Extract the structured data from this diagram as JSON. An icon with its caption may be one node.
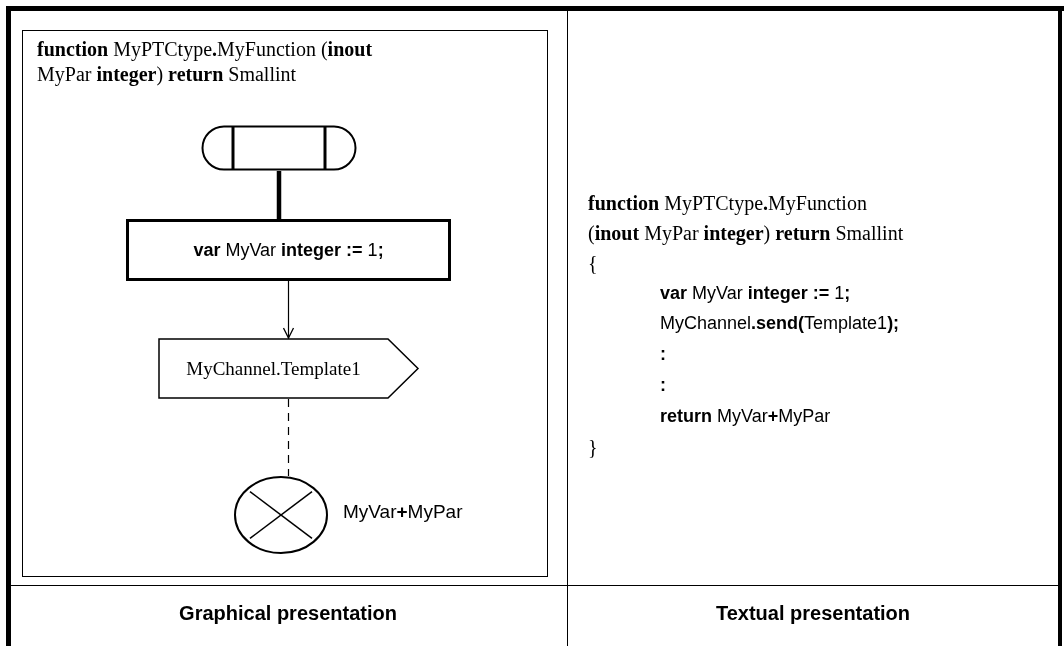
{
  "diagram": {
    "nodes": [
      {
        "text": [
          "**function** MyPTCtype**.**MyFunction (**inout** MyPar **integer**) **return** Smallint"
        ]
      },
      {
        "text": [],
        "shape": "terminator",
        "in": 0
      },
      {
        "text": [
          "**var** MyVar **integer :=** 1**;**"
        ],
        "in": 0
      },
      {
        "text": [
          "MyChannel.Template1"
        ],
        "in": 0
      },
      {
        "text": [],
        "shape": "circle",
        "in": 0,
        "beside": [
          "MyVar**+**MyPar"
        ]
      }
    ],
    "edges": [
      {
        "from": 1,
        "to": 2,
        "arrow": "none",
        "style": "thick"
      },
      {
        "from": 2,
        "to": 3,
        "arrow": "to"
      },
      {
        "from": 3,
        "to": 4,
        "arrow": "none",
        "style": "dashed"
      }
    ],
    "labels": [
      "**function** MyPTCtype**.**MyFunction",
      "(**inout** MyPar **integer**) **return** Smallint",
      "{",
      "**var** MyVar **integer :=** 1**;**",
      "MyChannel**.send(**Template1**);**",
      ":",
      ":",
      "**return** MyVar**+**MyPar",
      "}",
      "Graphical presentation",
      "Textual presentation"
    ]
  }
}
